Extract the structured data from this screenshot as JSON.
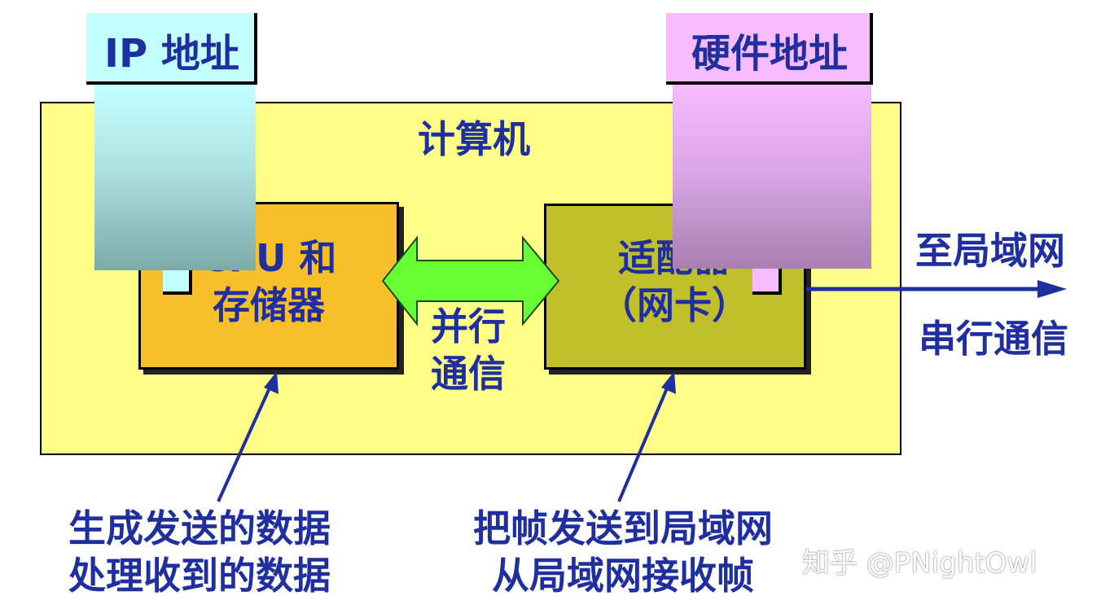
{
  "computer": {
    "title": "计算机"
  },
  "ip_address": {
    "label": "IP 地址",
    "color": "#c4ffff"
  },
  "hardware_address": {
    "label": "硬件地址",
    "color": "#f6bcff"
  },
  "cpu_memory": {
    "line1": "CPU 和",
    "line2": "存储器",
    "color": "#f7c02a"
  },
  "adapter": {
    "line1": "适配器",
    "line2": "（网卡）",
    "color": "#c2c02a"
  },
  "parallel_comm": {
    "line1": "并行",
    "line2": "通信",
    "arrow_color": "#66ff33"
  },
  "lan": {
    "label": "至局域网",
    "serial": "串行通信"
  },
  "cpu_desc": {
    "line1": "生成发送的数据",
    "line2": "处理收到的数据"
  },
  "adapter_desc": {
    "line1": "把帧发送到局域网",
    "line2": "从局域网接收帧"
  },
  "watermark": "知乎 @PNightOwl",
  "colors": {
    "text": "#1f2fa0",
    "box_bg": "#ffff88"
  }
}
